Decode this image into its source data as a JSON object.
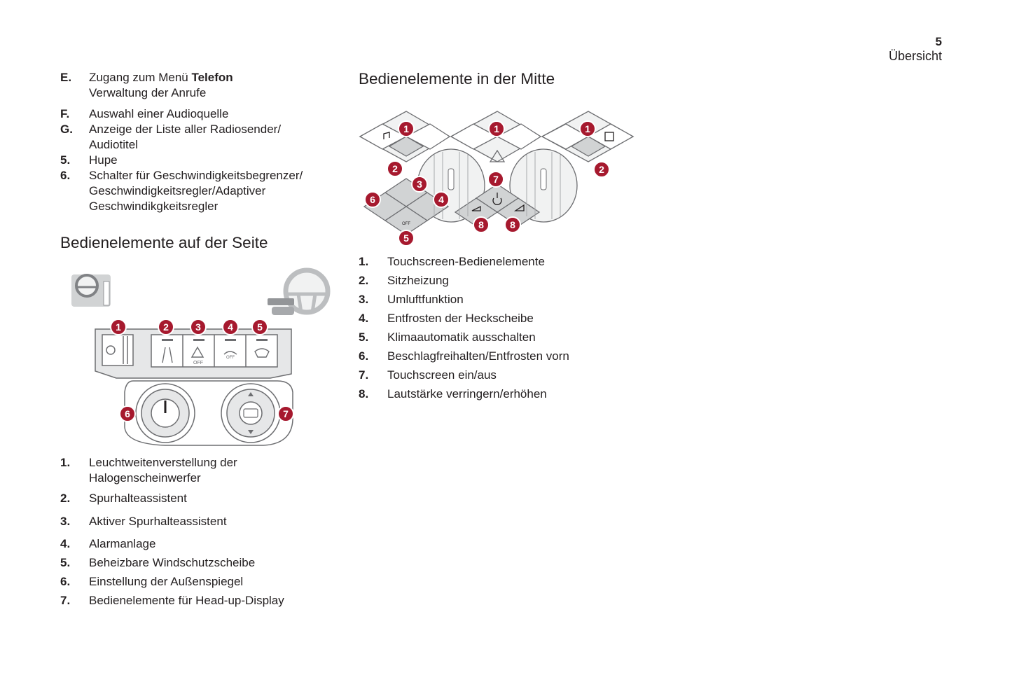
{
  "header": {
    "page_number": "5",
    "section": "Übersicht"
  },
  "left_top_list": [
    {
      "key": "E.",
      "line1": "Zugang zum Menü ",
      "line1_bold": "Telefon",
      "line2": "Verwaltung der Anrufe"
    },
    {
      "key": "F.",
      "text": "Auswahl einer Audioquelle"
    },
    {
      "key": "G.",
      "text": "Anzeige der Liste aller Radiosender/ Audiotitel"
    },
    {
      "key": "5.",
      "text": "Hupe"
    },
    {
      "key": "6.",
      "text": "Schalter für Geschwindigkeitsbegrenzer/ Geschwindigkeitsregler/Adaptiver Geschwindikgkeitsregler"
    }
  ],
  "side_section": {
    "heading": "Bedienelemente auf der Seite",
    "callouts": [
      "1",
      "2",
      "3",
      "4",
      "5",
      "6",
      "7"
    ],
    "button_labels": {
      "off": "OFF"
    },
    "items": [
      {
        "key": "1.",
        "text": "Leuchtweitenverstellung der Halogenscheinwerfer"
      },
      {
        "key": "2.",
        "text": "Spurhalteassistent"
      },
      {
        "key": "3.",
        "text": "Aktiver Spurhalteassistent"
      },
      {
        "key": "4.",
        "text": "Alarmanlage"
      },
      {
        "key": "5.",
        "text": "Beheizbare Windschutzscheibe"
      },
      {
        "key": "6.",
        "text": "Einstellung der Außenspiegel"
      },
      {
        "key": "7.",
        "text": "Bedienelemente für Head-up-Display"
      }
    ]
  },
  "center_section": {
    "heading": "Bedienelemente in der Mitte",
    "callouts": [
      "1",
      "1",
      "1",
      "2",
      "2",
      "3",
      "4",
      "6",
      "5",
      "7",
      "8",
      "8"
    ],
    "button_labels": {
      "off": "OFF"
    },
    "items": [
      {
        "key": "1.",
        "text": "Touchscreen-Bedienelemente"
      },
      {
        "key": "2.",
        "text": "Sitzheizung"
      },
      {
        "key": "3.",
        "text": "Umluftfunktion"
      },
      {
        "key": "4.",
        "text": "Entfrosten der Heckscheibe"
      },
      {
        "key": "5.",
        "text": "Klimaautomatik ausschalten"
      },
      {
        "key": "6.",
        "text": "Beschlagfreihalten/Entfrosten vorn"
      },
      {
        "key": "7.",
        "text": "Touchscreen ein/aus"
      },
      {
        "key": "8.",
        "text": "Lautstärke verringern/erhöhen"
      }
    ]
  },
  "colors": {
    "callout": "#a6192e",
    "line": "#6d6e71",
    "fill": "#e6e7e8"
  }
}
